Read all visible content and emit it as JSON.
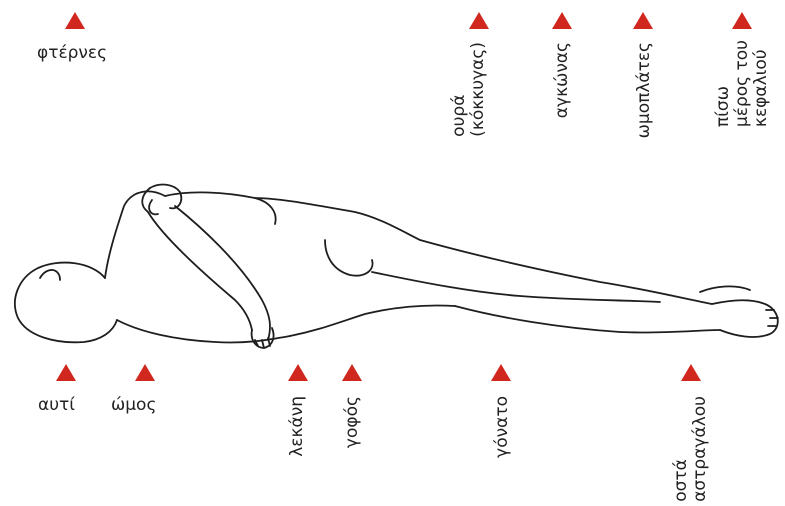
{
  "colors": {
    "marker": "#d0281e",
    "outline": "#1e1e1e",
    "text": "#222222"
  },
  "figure": {
    "icon": "person-lying-on-side-outline"
  },
  "pressure_points": {
    "heels": "φτέρνες",
    "tailbone": "ουρά\n(κόκκυγας)",
    "elbow": "αγκώνας",
    "shoulder_blades": "ωμοπλάτες",
    "back_of_head": "πίσω\nμέρος του\nκεφαλιού",
    "ear": "αυτί",
    "shoulder": "ώμος",
    "pelvis": "λεκάνη",
    "hip": "γοφός",
    "knee": "γόνατο",
    "ankle_bones": "οστά\nαστραγάλου"
  }
}
